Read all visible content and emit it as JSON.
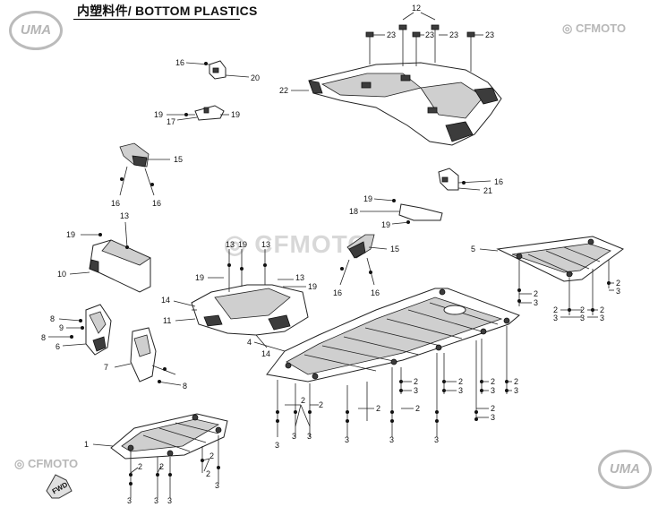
{
  "title": "内塑料件/ BOTTOM PLASTICS",
  "logos": {
    "uma_text": "UMA",
    "cfmoto_text": "CFMOTO",
    "cfmoto_center": "CFMOTO"
  },
  "fwd_label": "FWD",
  "callouts": {
    "c1": "1",
    "c2": "2",
    "c3": "3",
    "c4": "4",
    "c5": "5",
    "c6": "6",
    "c7": "7",
    "c8": "8",
    "c9": "9",
    "c10": "10",
    "c11": "11",
    "c12": "12",
    "c13": "13",
    "c14": "14",
    "c15": "15",
    "c16": "16",
    "c17": "17",
    "c18": "18",
    "c19": "19",
    "c20": "20",
    "c21": "21",
    "c22": "22",
    "c23": "23"
  }
}
